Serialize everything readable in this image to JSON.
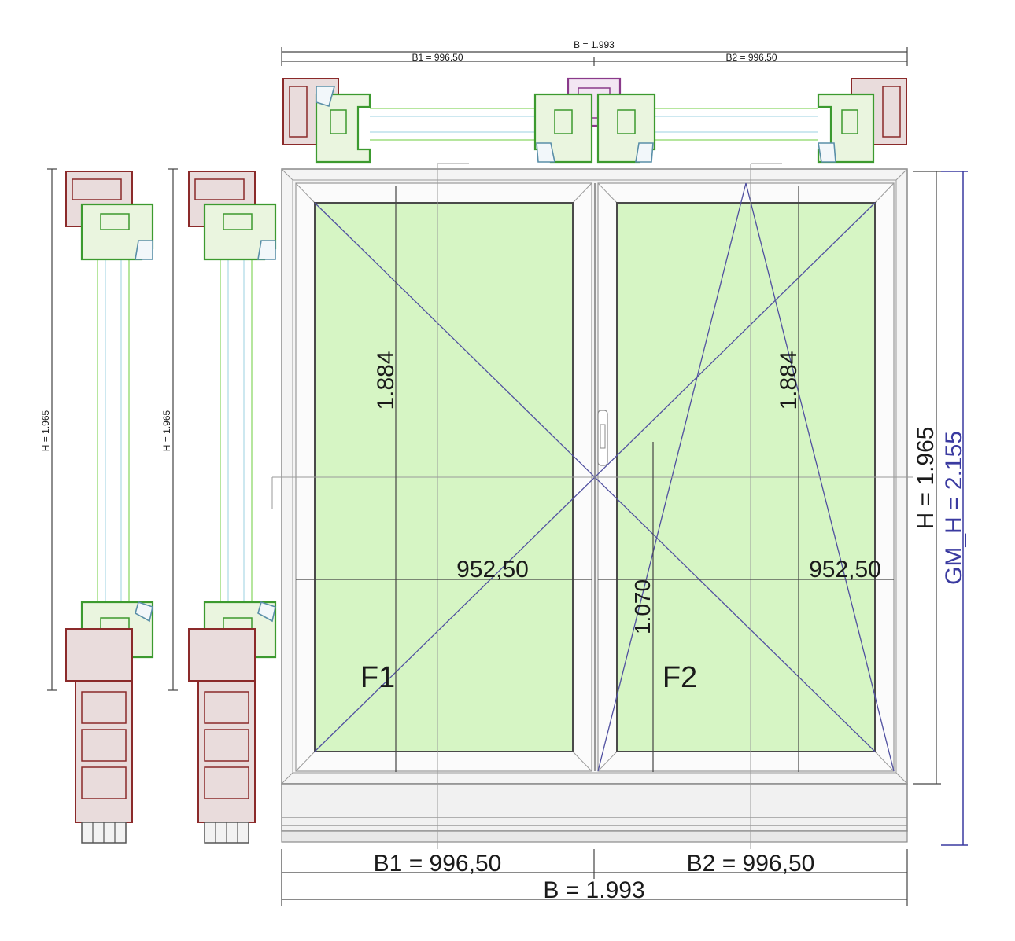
{
  "colors": {
    "glass": "#d6f5c4",
    "frame": "#f4f4f4",
    "profile_outer": "#8b2a2a",
    "profile_inner": "#3c9a2f",
    "mullion": "#8a3a8a",
    "opening_lines": "#5050a0",
    "gm_dimension": "#3a3aa0"
  },
  "top_section": {
    "total_label": "B = 1.993",
    "b1_label": "B1 = 996,50",
    "b2_label": "B2 = 996,50"
  },
  "side_sections": {
    "left_height_label": "H = 1.965",
    "right_height_label": "H = 1.965"
  },
  "window": {
    "fields": [
      {
        "label": "F1",
        "height_label": "1.884",
        "width_label": "952,50"
      },
      {
        "label": "F2",
        "height_label": "1.884",
        "width_label": "952,50",
        "handle_height_label": "1.070"
      }
    ],
    "height_label": "H = 1.965",
    "gm_height_label": "GM_H = 2.155"
  },
  "bottom_dimensions": {
    "b1_label": "B1 = 996,50",
    "b2_label": "B2 = 996,50",
    "total_label": "B = 1.993"
  }
}
